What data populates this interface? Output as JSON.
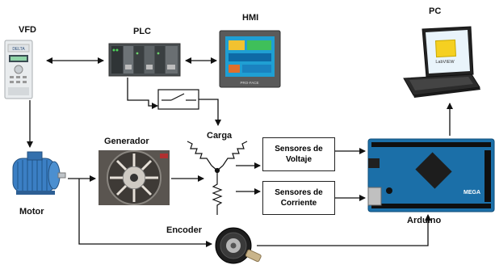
{
  "labels": {
    "vfd": "VFD",
    "plc": "PLC",
    "hmi": "HMI",
    "pc": "PC",
    "generador": "Generador",
    "carga": "Carga",
    "motor": "Motor",
    "encoder": "Encoder",
    "arduino": "Arduino"
  },
  "boxes": {
    "voltaje_line1": "Sensores de",
    "voltaje_line2": "Voltaje",
    "corriente_line1": "Sensores de",
    "corriente_line2": "Corriente"
  },
  "device_text": {
    "hmi_brand": "PRO-FACE",
    "pc_app": "LabVIEW",
    "arduino_model": "MEGA",
    "vfd_brand": "DELTA"
  },
  "colors": {
    "line": "#111111",
    "arduino_board": "#1b6fa8",
    "motor_body": "#3b7fc4",
    "hmi_frame": "#5a5a5a",
    "plc_body": "#4a4f52"
  }
}
